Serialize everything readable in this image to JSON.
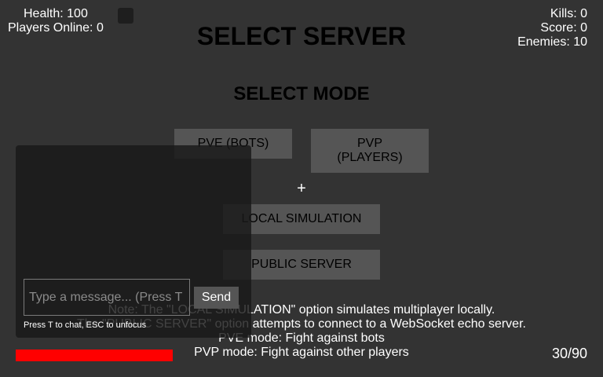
{
  "hud": {
    "health_text": "Health: 100",
    "players_online_text": "Players Online: 0",
    "kills_text": "Kills: 0",
    "score_text": "Score: 0",
    "enemies_text": "Enemies: 10"
  },
  "menu": {
    "title": "SELECT SERVER",
    "mode_title": "SELECT MODE",
    "pve_label": "PVE (BOTS)",
    "pvp_label_line1": "PVP",
    "pvp_label_line2": "(PLAYERS)",
    "plus": "+",
    "local_label": "LOCAL SIMULATION",
    "public_label": "PUBLIC SERVER",
    "notes": [
      "Note: The \"LOCAL SIMULATION\" option simulates multiplayer locally.",
      "The \"PUBLIC SERVER\" option attempts to connect to a WebSocket echo server.",
      "PVE mode: Fight against bots",
      "PVP mode: Fight against other players"
    ]
  },
  "chat": {
    "input_value": "",
    "input_placeholder": "Type a message... (Press T",
    "send_label": "Send",
    "hint": "Press T to chat, ESC to unfocus"
  },
  "status": {
    "health_fraction": 1.0,
    "health_color": "#ff0000",
    "ammo_text": "30/90"
  }
}
